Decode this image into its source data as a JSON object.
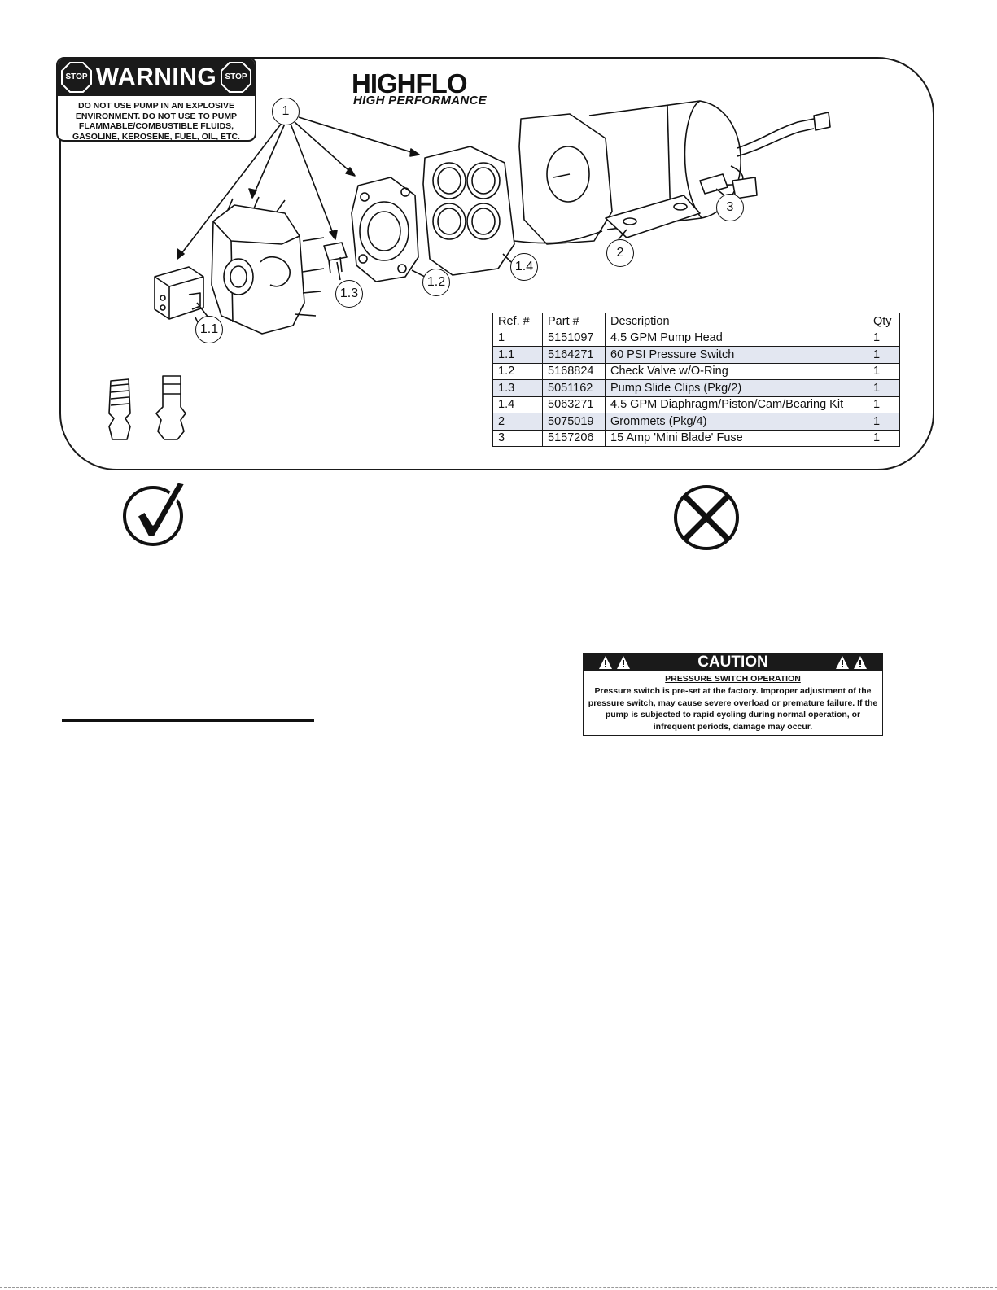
{
  "warning": {
    "stop_label": "STOP",
    "title": "WARNING",
    "body": "DO NOT USE PUMP IN AN EXPLOSIVE ENVIRONMENT. DO NOT USE TO PUMP FLAMMABLE/COMBUSTIBLE FLUIDS, GASOLINE, KEROSENE, FUEL, OIL, ETC."
  },
  "logo": {
    "main": "HIGHFLO",
    "sub": "HIGH PERFORMANCE"
  },
  "callouts": {
    "c1": "1",
    "c1_1": "1.1",
    "c1_2": "1.2",
    "c1_3": "1.3",
    "c1_4": "1.4",
    "c2": "2",
    "c3": "3"
  },
  "parts_table": {
    "headers": [
      "Ref. #",
      "Part #",
      "Description",
      "Qty"
    ],
    "rows": [
      [
        "1",
        "5151097",
        "4.5 GPM Pump Head",
        "1"
      ],
      [
        "1.1",
        "5164271",
        "60 PSI Pressure Switch",
        "1"
      ],
      [
        "1.2",
        "5168824",
        "Check Valve w/O-Ring",
        "1"
      ],
      [
        "1.3",
        "5051162",
        "Pump Slide Clips (Pkg/2)",
        "1"
      ],
      [
        "1.4",
        "5063271",
        "4.5 GPM Diaphragm/Piston/Cam/Bearing Kit",
        "1"
      ],
      [
        "2",
        "5075019",
        "Grommets (Pkg/4)",
        "1"
      ],
      [
        "3",
        "5157206",
        "15 Amp 'Mini Blade' Fuse",
        "1"
      ]
    ]
  },
  "caution": {
    "title": "CAUTION",
    "subtitle": "PRESSURE SWITCH OPERATION",
    "body": "Pressure switch is pre-set at the factory. Improper adjustment of the pressure switch, may cause severe overload or premature failure. If the pump is subjected to rapid cycling during normal operation, or infrequent periods, damage may occur."
  },
  "icons": {
    "check": "check-mark-icon",
    "cross": "x-circle-icon",
    "stop": "stop-sign-icon",
    "caution": "warning-triangle-icon"
  },
  "colors": {
    "ink": "#1a1a1a",
    "table_shade": "#e3e7f1"
  }
}
